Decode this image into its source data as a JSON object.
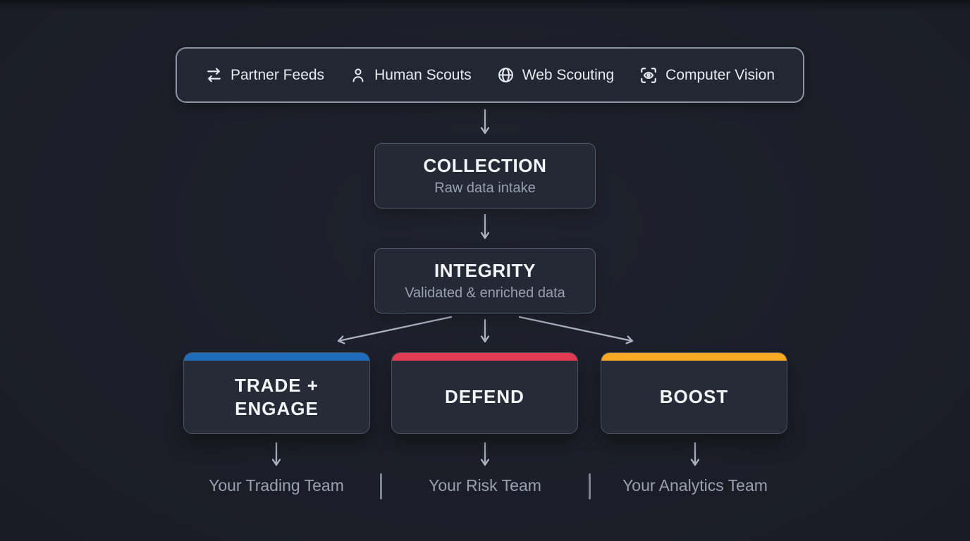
{
  "sources_bar": {
    "items": [
      {
        "id": "partner-feeds",
        "icon": "swap-arrows-icon",
        "label": "Partner Feeds"
      },
      {
        "id": "human-scouts",
        "icon": "person-icon",
        "label": "Human Scouts"
      },
      {
        "id": "web-scouting",
        "icon": "globe-icon",
        "label": "Web Scouting"
      },
      {
        "id": "computer-vision",
        "icon": "scan-eye-icon",
        "label": "Computer Vision"
      }
    ]
  },
  "pipeline": [
    {
      "title": "COLLECTION",
      "subtitle": "Raw data intake"
    },
    {
      "title": "INTEGRITY",
      "subtitle": "Validated & enriched data"
    }
  ],
  "branches": [
    {
      "title": "TRADE + ENGAGE",
      "accent_color": "#1f6cba",
      "team": "Your Trading Team"
    },
    {
      "title": "DEFEND",
      "accent_color": "#e23a53",
      "team": "Your Risk Team"
    },
    {
      "title": "BOOST",
      "accent_color": "#f9a826",
      "team": "Your Analytics Team"
    }
  ],
  "colors": {
    "background": "#1a1d26",
    "node_background": "#242a35",
    "node_border": "#545d6c",
    "sources_bar_border": "#8d95a4",
    "arrow": "#aab2c0",
    "text_primary": "#f4f6f9",
    "text_secondary": "#97a0ae"
  }
}
